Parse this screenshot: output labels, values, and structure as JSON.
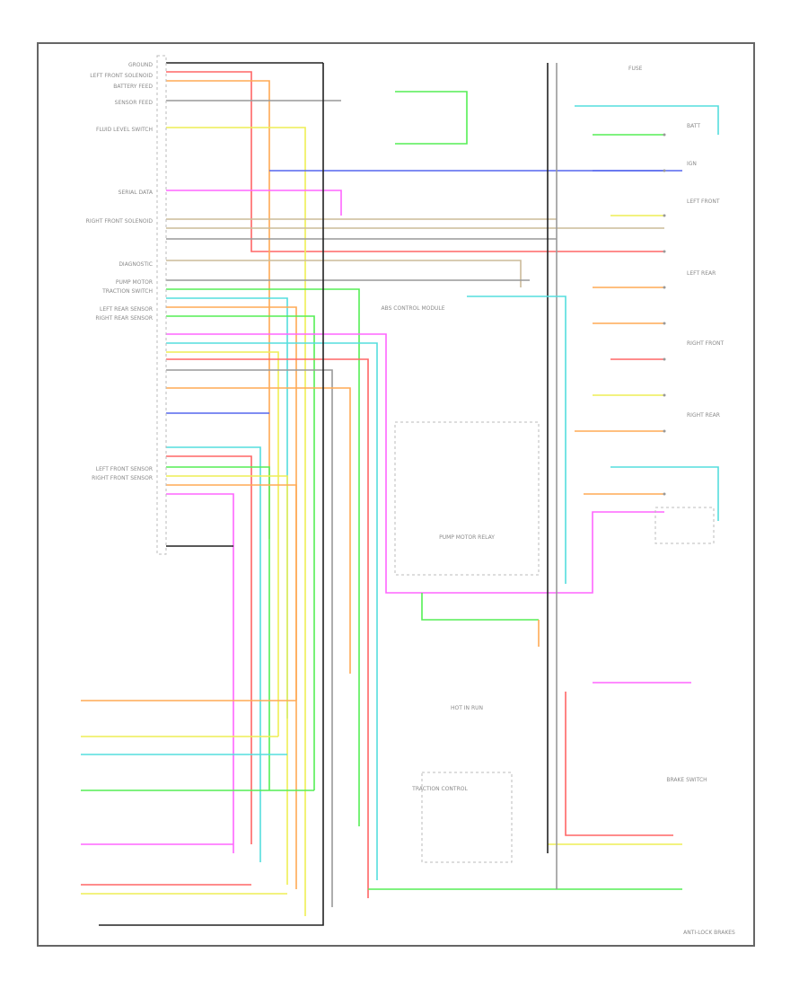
{
  "colors": {
    "frame": "#666666",
    "text": "#8a8a8a",
    "red": "#ff6666",
    "pink": "#ff66ff",
    "orange": "#ffaa55",
    "yellow": "#eeee55",
    "green": "#55ee55",
    "cyan": "#55dddd",
    "blue": "#5566ee",
    "tan": "#ccbb99",
    "gray": "#999999",
    "black": "#222222"
  },
  "diagram": {
    "left_pin_labels": [
      "GROUND",
      "LEFT FRONT SOLENOID",
      "BATTERY FEED",
      "SENSOR FEED",
      "FLUID LEVEL SWITCH",
      "SERIAL DATA",
      "RIGHT FRONT SOLENOID",
      "DIAGNOSTIC",
      "PUMP MOTOR",
      "TRACTION SWITCH",
      "LEFT REAR SENSOR",
      "RIGHT REAR SENSOR",
      "LEFT FRONT SENSOR",
      "RIGHT FRONT SENSOR"
    ],
    "right_terminal_labels": [
      "FUSE",
      "BATT",
      "IGN",
      "LEFT FRONT",
      "LEFT REAR",
      "RIGHT FRONT",
      "RIGHT REAR"
    ],
    "center_labels": [
      "ABS CONTROL MODULE",
      "TRACTION CONTROL",
      "HOT IN RUN",
      "PUMP MOTOR RELAY",
      "BRAKE SWITCH"
    ],
    "page_note": "ANTI-LOCK BRAKES"
  }
}
